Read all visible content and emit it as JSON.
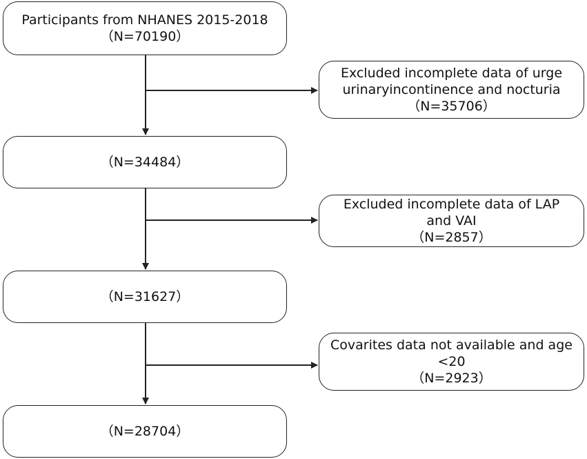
{
  "boxes": {
    "start": {
      "line1": "Participants from NHANES 2015-2018",
      "line2": "（N=70190）"
    },
    "step2": {
      "line1": "（N=34484）"
    },
    "step3": {
      "line1": "（N=31627）"
    },
    "final": {
      "line1": "（N=28704）"
    }
  },
  "exclusions": {
    "ex1": {
      "line1": "Excluded incomplete data of urge",
      "line2": "urinaryincontinence and nocturia",
      "line3": "（N=35706）"
    },
    "ex2": {
      "line1": "Excluded incomplete data of LAP",
      "line2": "and VAI",
      "line3": "（N=2857）"
    },
    "ex3": {
      "line1": "Covarites data not available and age",
      "line2": "<20",
      "line3": "（N=2923）"
    }
  },
  "colors": {
    "stroke": "#222222",
    "background": "#ffffff"
  }
}
